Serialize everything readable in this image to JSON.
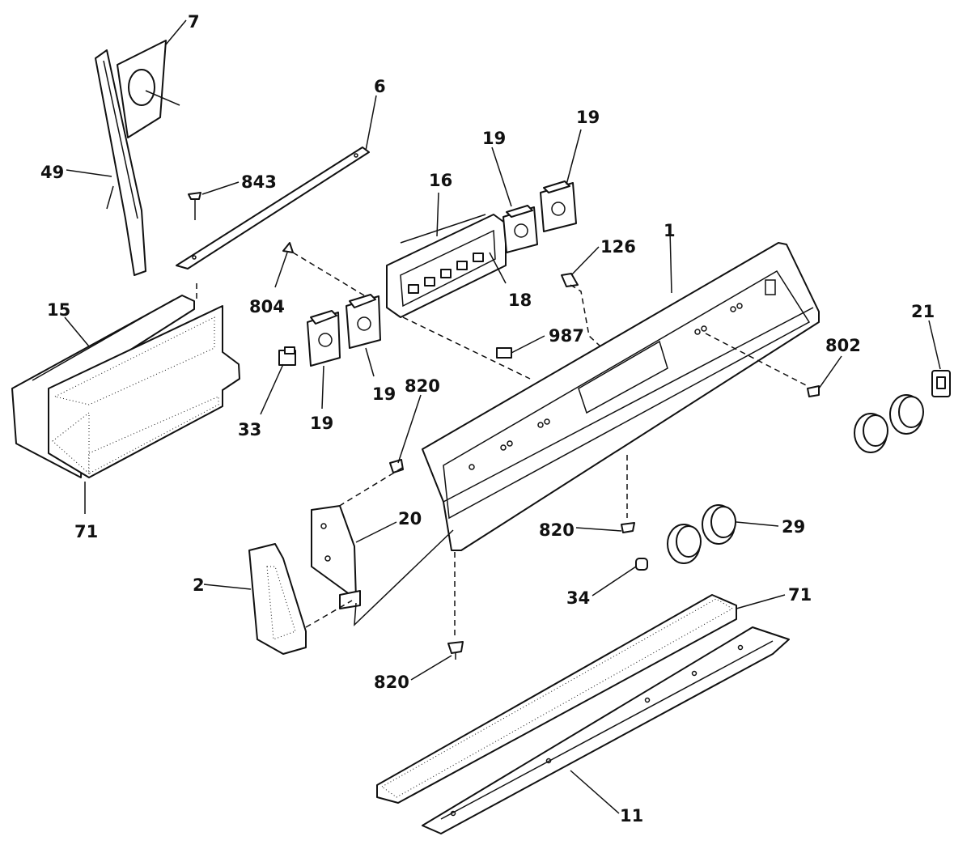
{
  "labels": {
    "l7": "7",
    "l6": "6",
    "l49": "49",
    "l843": "843",
    "l16": "16",
    "l19a": "19",
    "l19b": "19",
    "l19c": "19",
    "l19d": "19",
    "l126": "126",
    "l1": "1",
    "l18": "18",
    "l804": "804",
    "l15": "15",
    "l21": "21",
    "l987": "987",
    "l802": "802",
    "l33": "33",
    "l820a": "820",
    "l820b": "820",
    "l820c": "820",
    "l71a": "71",
    "l71b": "71",
    "l20": "20",
    "l29": "29",
    "l2": "2",
    "l34": "34",
    "l11": "11"
  }
}
